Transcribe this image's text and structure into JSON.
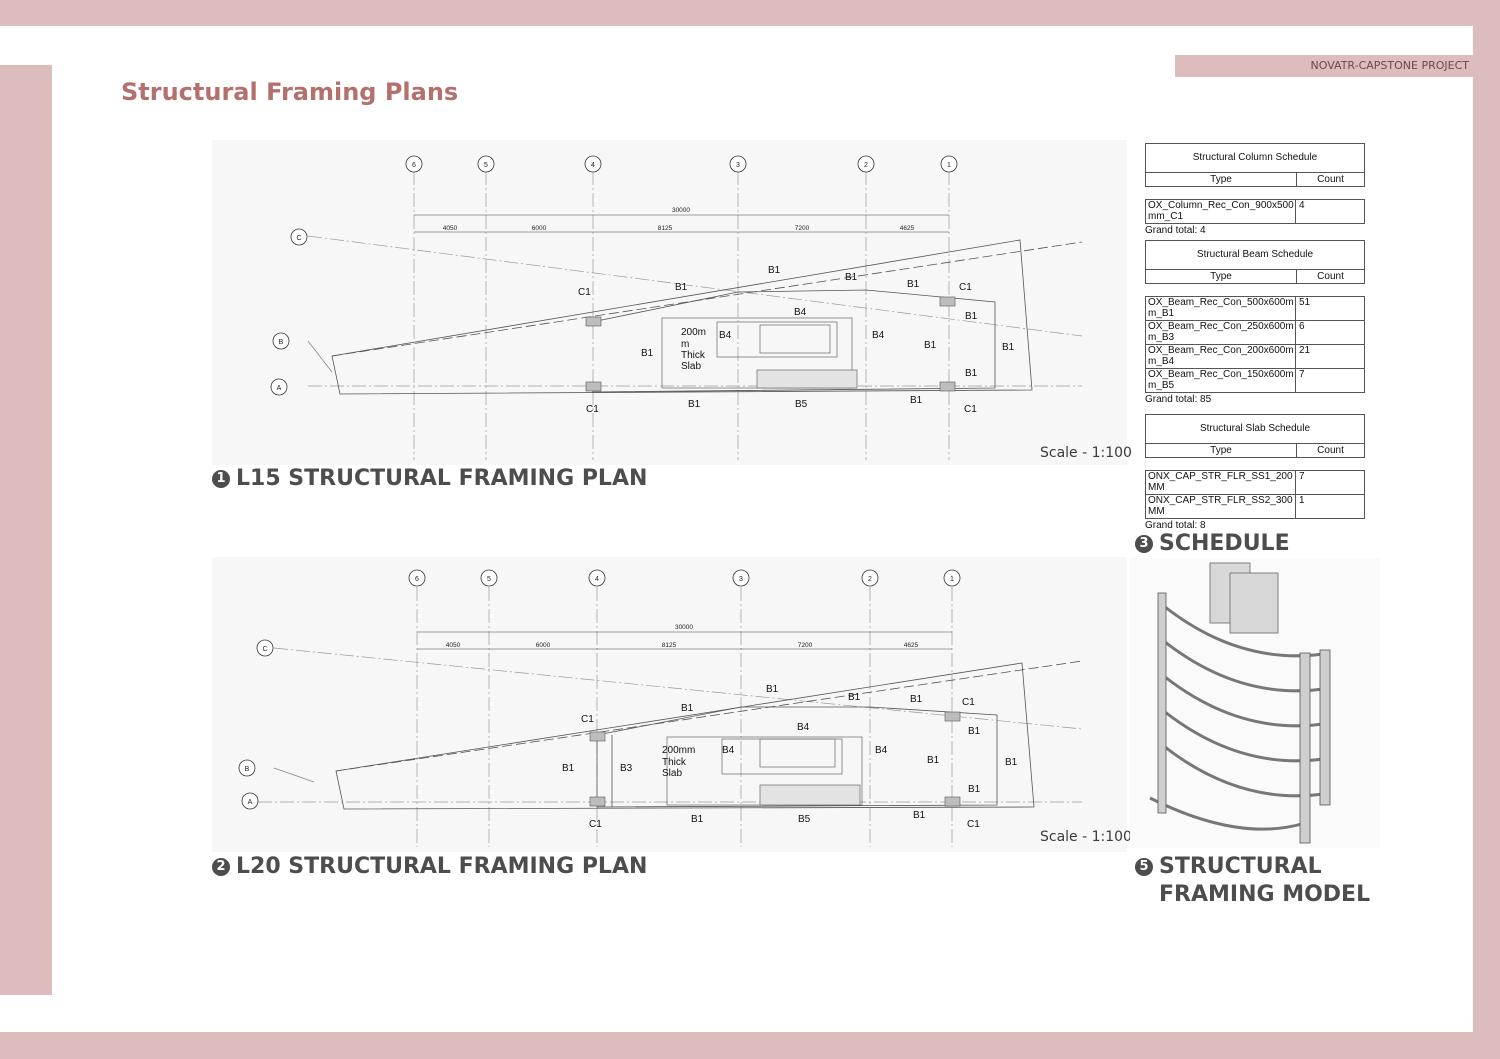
{
  "header": {
    "title": "Structural Framing Plans",
    "project": "NOVATR-CAPSTONE PROJECT"
  },
  "plan1": {
    "number": "1",
    "caption": "L15 STRUCTURAL FRAMING PLAN",
    "scale": "Scale - 1:100",
    "grid_cols": [
      "6",
      "5",
      "4",
      "3",
      "2",
      "1"
    ],
    "grid_rows": [
      "C",
      "B",
      "A"
    ],
    "overall_dim": "30000",
    "dims": [
      "4050",
      "6000",
      "8125",
      "7200",
      "4625"
    ],
    "slab_note": [
      "200m",
      "m",
      "Thick",
      "Slab"
    ],
    "labels": {
      "c1": "C1",
      "b1": "B1",
      "b4": "B4",
      "b5": "B5"
    }
  },
  "plan2": {
    "number": "2",
    "caption": "L20 STRUCTURAL FRAMING PLAN",
    "scale": "Scale - 1:100",
    "grid_cols": [
      "6",
      "5",
      "4",
      "3",
      "2",
      "1"
    ],
    "grid_rows": [
      "C",
      "B",
      "A"
    ],
    "overall_dim": "30000",
    "dims": [
      "4050",
      "6000",
      "8125",
      "7200",
      "4625"
    ],
    "slab_note": [
      "200mm",
      "Thick",
      "Slab"
    ],
    "labels": {
      "c1": "C1",
      "b1": "B1",
      "b3": "B3",
      "b4": "B4",
      "b5": "B5"
    }
  },
  "schedule": {
    "number": "3",
    "caption": "SCHEDULE",
    "column": {
      "title": "Structural Column Schedule",
      "type_header": "Type",
      "count_header": "Count",
      "rows": [
        {
          "type": "OX_Column_Rec_Con_900x500mm_C1",
          "count": "4"
        }
      ],
      "total": "Grand total: 4"
    },
    "beam": {
      "title": "Structural Beam Schedule",
      "type_header": "Type",
      "count_header": "Count",
      "rows": [
        {
          "type": "OX_Beam_Rec_Con_500x600mm_B1",
          "count": "51"
        },
        {
          "type": "OX_Beam_Rec_Con_250x600mm_B3",
          "count": "6"
        },
        {
          "type": "OX_Beam_Rec_Con_200x600mm_B4",
          "count": "21"
        },
        {
          "type": "OX_Beam_Rec_Con_150x600mm_B5",
          "count": "7"
        }
      ],
      "total": "Grand total: 85"
    },
    "slab": {
      "title": "Structural Slab Schedule",
      "type_header": "Type",
      "count_header": "Count",
      "rows": [
        {
          "type": "ONX_CAP_STR_FLR_SS1_200MM",
          "count": "7"
        },
        {
          "type": "ONX_CAP_STR_FLR_SS2_300MM",
          "count": "1"
        }
      ],
      "total": "Grand total: 8"
    }
  },
  "model": {
    "number": "5",
    "caption_line1": "STRUCTURAL",
    "caption_line2": "FRAMING MODEL"
  }
}
